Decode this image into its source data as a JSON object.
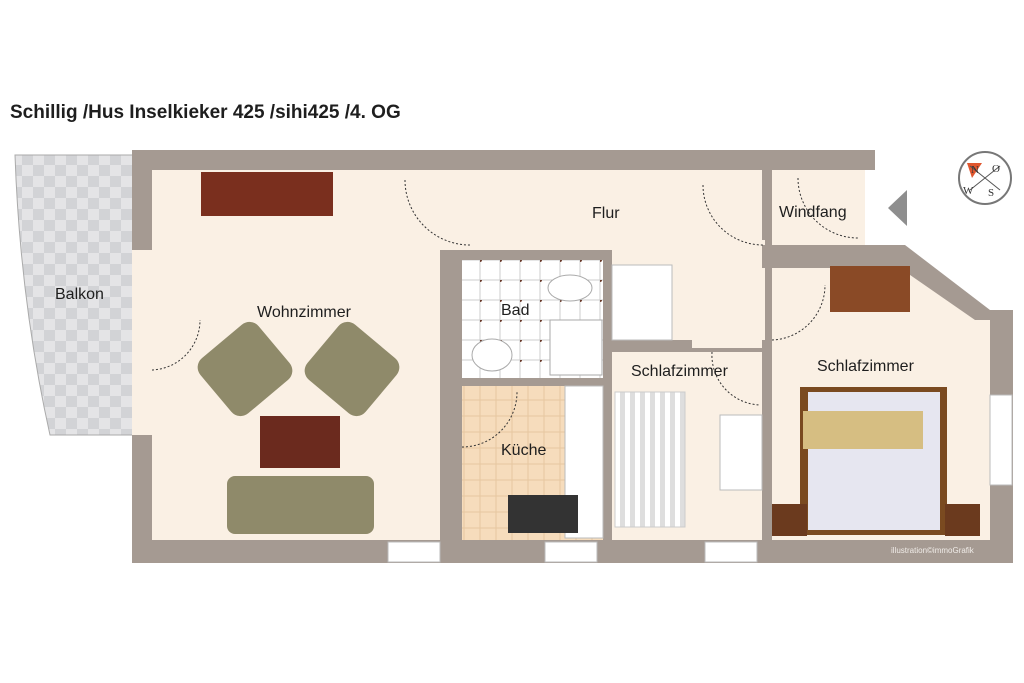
{
  "title": "Schillig /Hus Inselkieker 425 /sihi425 /4. OG",
  "rooms": {
    "balkon": "Balkon",
    "wohnzimmer": "Wohnzimmer",
    "flur": "Flur",
    "windfang": "Windfang",
    "bad": "Bad",
    "kueche": "Küche",
    "schlafzimmer_1": "Schlafzimmer",
    "schlafzimmer_2": "Schlafzimmer"
  },
  "compass": {
    "n": "N",
    "o": "O",
    "s": "S",
    "w": "W"
  },
  "credit": "illustration©immoGrafik",
  "colors": {
    "wall": "#a59a92",
    "floor": "#faf0e4",
    "accent": "#e0562e"
  }
}
